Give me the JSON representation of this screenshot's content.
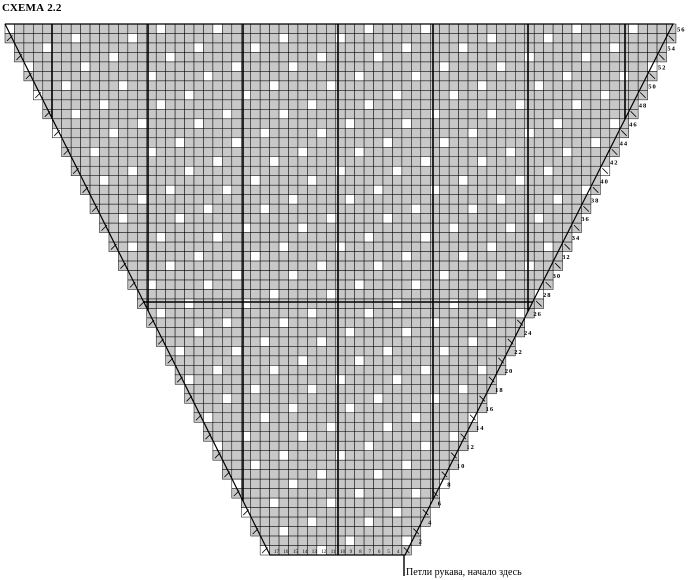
{
  "title": "СХЕМА 2.2",
  "start_note": "Петли рукава, начало здесь",
  "row_labels": [
    "2",
    "4",
    "6",
    "8",
    "10",
    "12",
    "14",
    "16",
    "18",
    "20",
    "22",
    "24",
    "26",
    "28",
    "30",
    "32",
    "34",
    "36",
    "38",
    "40",
    "42",
    "44",
    "46",
    "48",
    "50",
    "52",
    "54",
    "56"
  ],
  "bottom_labels": [
    "17",
    "16",
    "15",
    "14",
    "13",
    "12",
    "11",
    "10",
    "9",
    "8",
    "7",
    "6",
    "5",
    "4"
  ],
  "colors": {
    "cell": "#c8c8c8",
    "white": "#ffffff",
    "line": "#000000"
  }
}
